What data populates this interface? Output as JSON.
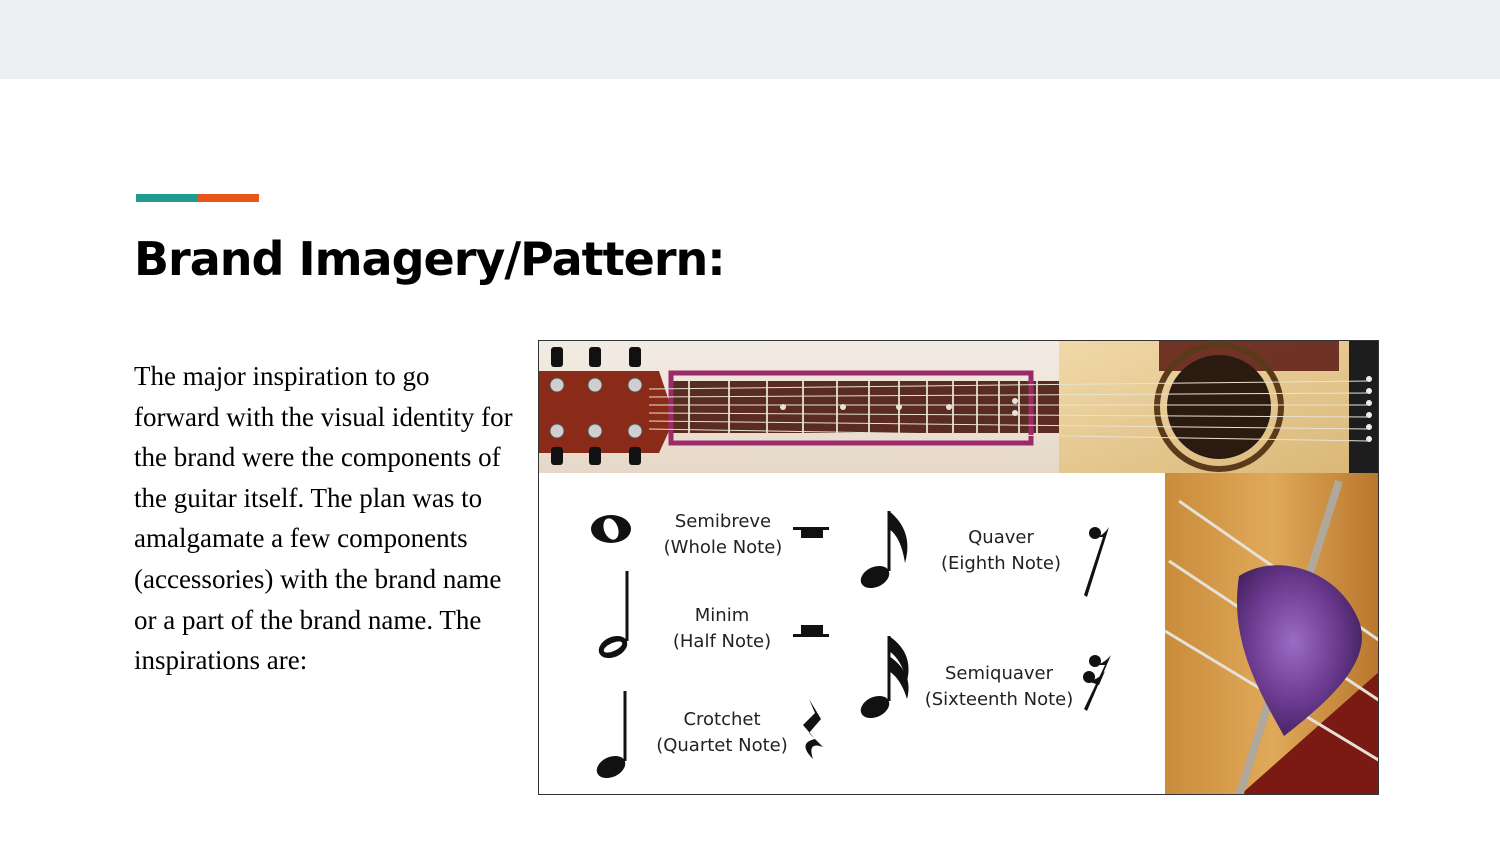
{
  "slide": {
    "title": "Brand Imagery/Pattern:",
    "body": "The major inspiration to go forward with the visual identity for the brand were the components of the guitar itself. The plan was to amalgamate a few components (accessories) with the brand name or a part of the brand name. The inspirations are:"
  },
  "colors": {
    "accent_teal": "#1f9c8c",
    "accent_orange": "#e8561a",
    "topbar": "#edeef0",
    "fretboard_highlight": "#9c2a6b",
    "pick": "#6b3a8f"
  },
  "figure": {
    "notes": [
      {
        "name": "Semibreve",
        "alt": "(Whole Note)"
      },
      {
        "name": "Minim",
        "alt": "(Half Note)"
      },
      {
        "name": "Crotchet",
        "alt": "(Quartet Note)"
      },
      {
        "name": "Quaver",
        "alt": "(Eighth Note)"
      },
      {
        "name": "Semiquaver",
        "alt": "(Sixteenth Note)"
      }
    ]
  }
}
